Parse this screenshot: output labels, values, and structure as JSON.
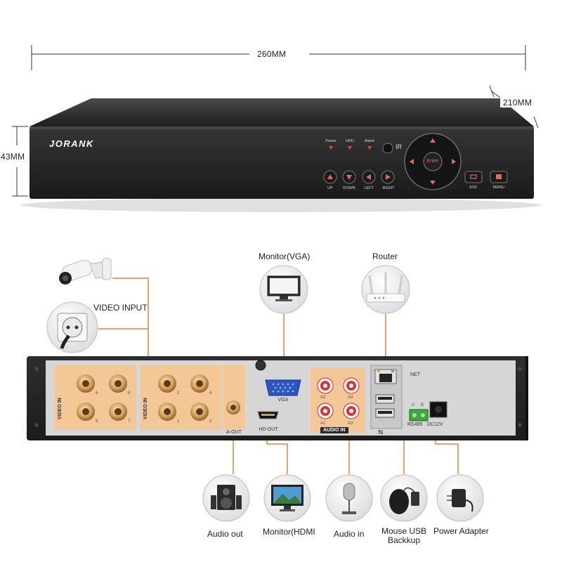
{
  "dimensions": {
    "width": "260MM",
    "depth": "210MM",
    "height": "43MM"
  },
  "front_panel": {
    "brand": "JORANK",
    "leds": [
      "Power",
      "HDD",
      "Alarm"
    ],
    "ir_label": "IR",
    "buttons": [
      "UP",
      "DOWN",
      "LEFT",
      "RIGHT"
    ],
    "enter_label": "Enter",
    "esc_label": "ESC",
    "menu_label": "MENU"
  },
  "rear_panel": {
    "video_in_label": "VIDEO IN",
    "bnc_numbers_left": [
      "6",
      "8",
      "5",
      "7"
    ],
    "bnc_numbers_right": [
      "2",
      "4",
      "1",
      "3"
    ],
    "a_out": "A-OUT",
    "vga": "VGA",
    "hd_out": "HD-OUT",
    "audio_in_label": "AUDIO IN",
    "audio_channels": [
      "A2",
      "A4",
      "A1",
      "A3"
    ],
    "net": "NET",
    "usb": "⇆",
    "rs485": "RS485",
    "rs485_terminals": [
      "A",
      "B"
    ],
    "dc": "DC12V"
  },
  "connections": {
    "video_input": "VIDEO INPUT",
    "monitor_vga": "Monitor(VGA)",
    "router": "Router",
    "audio_out": "Audio out",
    "monitor_hdmi": "Monitor(HDMI",
    "audio_in": "Audio in",
    "mouse_usb_backup_1": "Mouse USB",
    "mouse_usb_backup_2": "Backkup",
    "power_adapter": "Power Adapter"
  },
  "colors": {
    "wire": "#e8833a",
    "bnc_panel": "#f3c896",
    "device": "#2b2b2b"
  }
}
